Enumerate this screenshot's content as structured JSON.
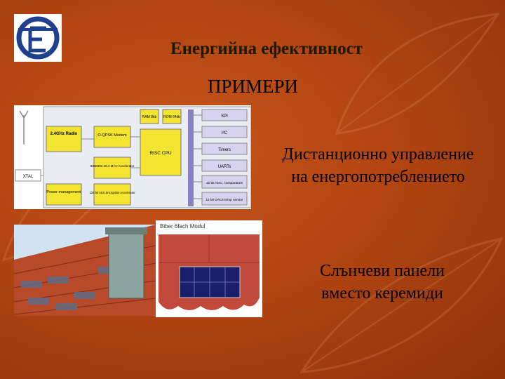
{
  "slide": {
    "title": "Енергийна ефективност",
    "subtitle": "ПРИМЕРИ",
    "example_remote": {
      "line1": "Дистанционно управление",
      "line2": "на енергопотреблението"
    },
    "example_solar": {
      "line1": "Слънчеви панели",
      "line2": "вместо керемиди"
    }
  },
  "chip_diagram": {
    "radio": "2.4GHz Radio",
    "modem": "O-QPSK Modem",
    "mac": "IEEE802.15.4 MAC Accelerator",
    "aes": "128 bit AES Encryption Accelerator",
    "power": "Power management",
    "ram": "RAM 8kb",
    "rom": "ROM 64kb",
    "cpu": "RISC CPU",
    "xtal": "XTAL",
    "spi": "SPI",
    "i2c": "I²C",
    "timers": "Timers",
    "uarts": "UARTs",
    "adc": "12 bit ADC, comparators",
    "dac": "11 bit DACs temp sensor"
  },
  "tile_photo": {
    "caption": "Biber 6fach Modul"
  },
  "colors": {
    "background": "#b24512",
    "chip_yellow": "#f2e431",
    "chip_purple": "#8a7fc0"
  }
}
